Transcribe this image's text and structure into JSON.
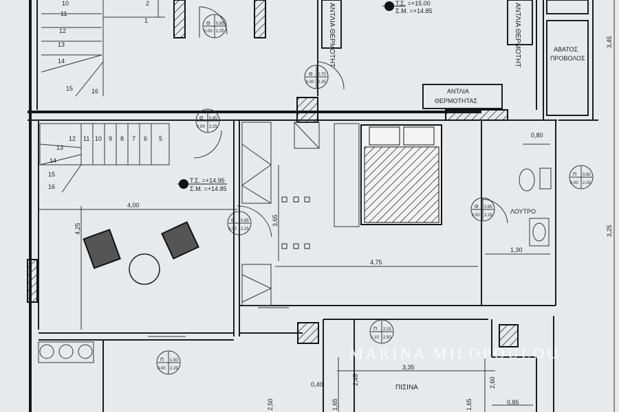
{
  "plan": {
    "stairs_upper": [
      "10",
      "11",
      "12",
      "13",
      "14",
      "15",
      "16",
      "1",
      "2"
    ],
    "stairs_lower": [
      "12",
      "11",
      "10",
      "9",
      "8",
      "7",
      "6",
      "5"
    ],
    "stairs_lower_turn": [
      "13",
      "14",
      "15",
      "16"
    ],
    "door_tags": [
      {
        "type": "Θ",
        "w": "0.85",
        "sill": "0.00",
        "h": "2.25"
      },
      {
        "type": "Θ",
        "w": "0.70",
        "sill": "0.00",
        "h": "2.25"
      },
      {
        "type": "Θ",
        "w": "0.85",
        "sill": "0.00",
        "h": "2.25"
      },
      {
        "type": "Θ",
        "w": "0.85",
        "sill": "0.00",
        "h": "2.25"
      },
      {
        "type": "Θ",
        "w": "0.65",
        "sill": "0.00",
        "h": "2.25"
      },
      {
        "type": "Π",
        "w": "0.50",
        "sill": "0.00",
        "h": "2.25"
      },
      {
        "type": "Π",
        "w": "2.15",
        "sill": "1.10",
        "h": "2.50"
      },
      {
        "type": "Π",
        "w": "1.50",
        "sill": "0.00",
        "h": "2.25"
      }
    ],
    "labels": {
      "heat_pump_line1": "ΑΝΤΛΙΑ",
      "heat_pump_line2": "ΘΕΡΜΟΤΗΤΑΣ",
      "heat_pump_vertical": "ΑΝΤΛΙΑ ΘΕΡΜΟΤΗΤ",
      "projection_1": "ΑΒΑΤΟΣ",
      "projection_2": "ΠΡΟΒΟΛΟΣ",
      "bathroom": "ΛΟΥΤΡΟ",
      "pool": "ΠΙΣΙΝΑ"
    },
    "levels": {
      "upper_ts": "Τ.Σ. =+15.00",
      "upper_sm": "Σ.Μ. =+14.85",
      "lower_ts": "Τ.Σ. =+14.95",
      "lower_sm": "Σ.Μ. =+14.85"
    },
    "dimensions": {
      "d345": "3,45",
      "d080": "0,80",
      "d325": "3,25",
      "d130": "1,30",
      "d475": "4,75",
      "d365": "3,65",
      "d400": "4,00",
      "d425": "4,25",
      "d335": "3,35",
      "d245": "2,45",
      "d040": "0,40",
      "d165": "1,65",
      "d260": "2,60",
      "d085": "0,85",
      "d250": "2,50"
    },
    "watermark": "MARINA MILOPOULOU"
  }
}
